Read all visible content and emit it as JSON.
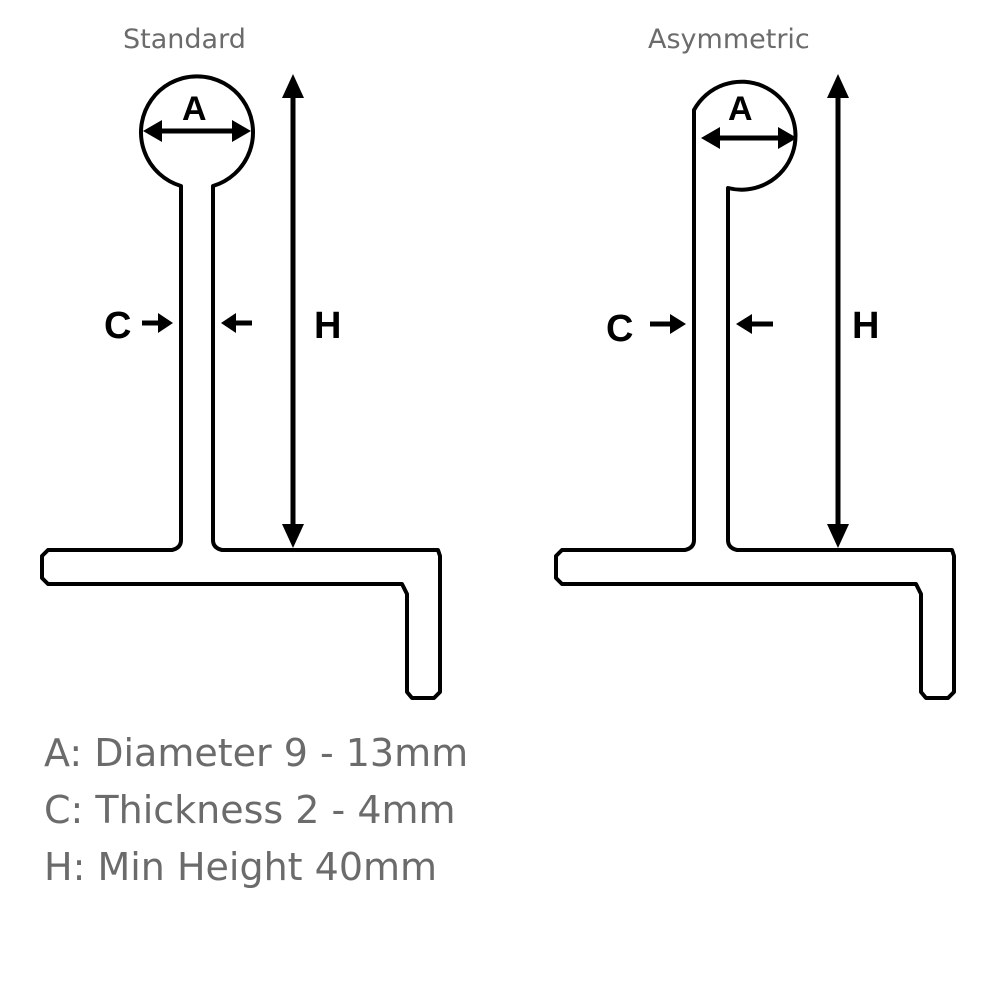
{
  "diagrams": [
    {
      "title": "Standard",
      "labels": {
        "a": "A",
        "c": "C",
        "h": "H"
      }
    },
    {
      "title": "Asymmetric",
      "labels": {
        "a": "A",
        "c": "C",
        "h": "H"
      }
    }
  ],
  "legend": [
    {
      "key": "A",
      "text": "A: Diameter 9 - 13mm"
    },
    {
      "key": "C",
      "text": "C: Thickness 2 - 4mm"
    },
    {
      "key": "H",
      "text": "H: Min Height 40mm"
    }
  ],
  "colors": {
    "line": "#000000",
    "text_gray": "#6b6b6b",
    "background": "#ffffff"
  }
}
